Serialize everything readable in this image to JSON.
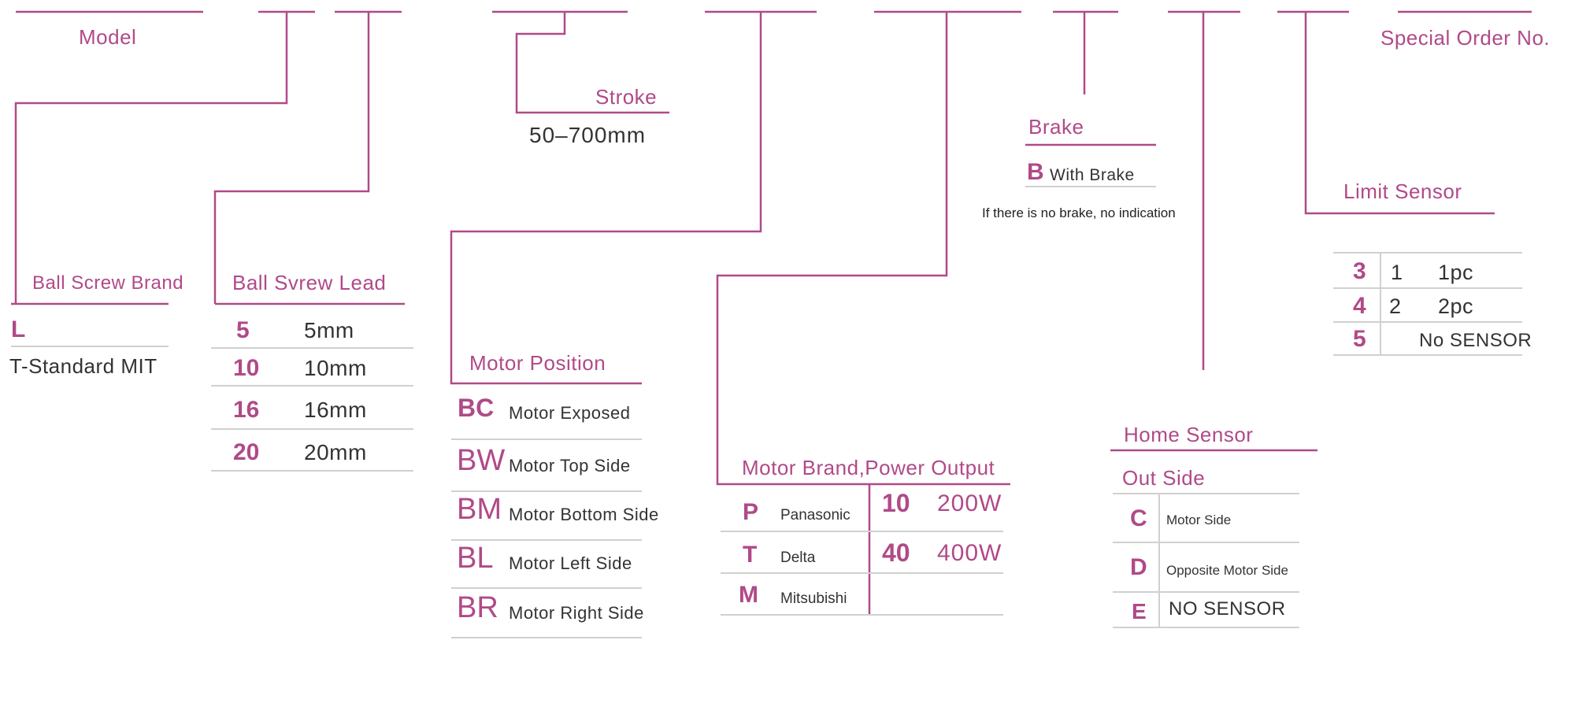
{
  "colors": {
    "accent": "#b04a88",
    "text": "#333333",
    "rule": "#d0d0d0"
  },
  "model": {
    "title": "Model"
  },
  "special_order": {
    "title": "Special Order No."
  },
  "ball_screw_brand": {
    "title": "Ball Screw Brand",
    "code": "L",
    "description": "T-Standard MIT"
  },
  "ball_screw_lead": {
    "title": "Ball Svrew Lead",
    "rows": [
      {
        "code": "5",
        "value": "5mm"
      },
      {
        "code": "10",
        "value": "10mm"
      },
      {
        "code": "16",
        "value": "16mm"
      },
      {
        "code": "20",
        "value": "20mm"
      }
    ]
  },
  "stroke": {
    "title": "Stroke",
    "range": "50–700mm"
  },
  "motor_position": {
    "title": "Motor Position",
    "rows": [
      {
        "code": "BC",
        "label": "Motor Exposed"
      },
      {
        "code": "BW",
        "label": "Motor Top Side"
      },
      {
        "code": "BM",
        "label": "Motor Bottom Side"
      },
      {
        "code": "BL",
        "label": "Motor Left Side"
      },
      {
        "code": "BR",
        "label": "Motor Right Side"
      }
    ]
  },
  "motor_brand": {
    "title": "Motor Brand,Power Output",
    "brands": [
      {
        "code": "P",
        "name": "Panasonic"
      },
      {
        "code": "T",
        "name": "Delta"
      },
      {
        "code": "M",
        "name": "Mitsubishi"
      }
    ],
    "power": [
      {
        "code": "10",
        "value": "200W"
      },
      {
        "code": "40",
        "value": "400W"
      }
    ]
  },
  "brake": {
    "title": "Brake",
    "code": "B",
    "label": "With Brake",
    "note": "If there is no brake, no indication"
  },
  "home_sensor": {
    "title": "Home Sensor",
    "subtitle": "Out Side",
    "rows": [
      {
        "code": "C",
        "label": "Motor Side"
      },
      {
        "code": "D",
        "label": "Opposite Motor Side"
      },
      {
        "code": "E",
        "label": "NO SENSOR"
      }
    ]
  },
  "limit_sensor": {
    "title": "Limit Sensor",
    "rows": [
      {
        "code": "3",
        "count": "1",
        "label": "1pc"
      },
      {
        "code": "4",
        "count": "2",
        "label": "2pc"
      },
      {
        "code": "5",
        "count": "",
        "label": "No SENSOR"
      }
    ]
  }
}
